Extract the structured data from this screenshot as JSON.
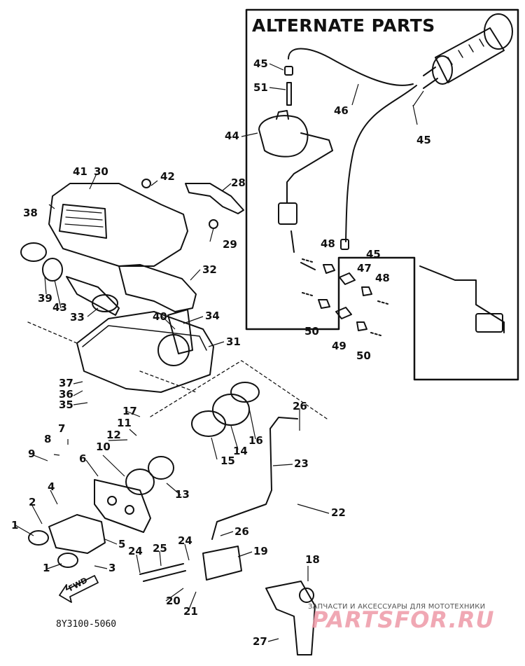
{
  "heading": "ALTERNATE PARTS",
  "catalog_code": "8Y3100-5060",
  "direction_arrow": "FWD",
  "watermark": {
    "subtitle": "ЗАПЧАСТИ И АКСЕССУАРЫ ДЛЯ МОТОТЕХНИКИ",
    "brand": "PARTSFOR.RU"
  },
  "callouts": [
    {
      "id": "c45a",
      "text": "45"
    },
    {
      "id": "c51",
      "text": "51"
    },
    {
      "id": "c46",
      "text": "46"
    },
    {
      "id": "c45b",
      "text": "45"
    },
    {
      "id": "c44",
      "text": "44"
    },
    {
      "id": "c48a",
      "text": "48"
    },
    {
      "id": "c45c",
      "text": "45"
    },
    {
      "id": "c47",
      "text": "47"
    },
    {
      "id": "c48b",
      "text": "48"
    },
    {
      "id": "c50a",
      "text": "50"
    },
    {
      "id": "c49",
      "text": "49"
    },
    {
      "id": "c50b",
      "text": "50"
    },
    {
      "id": "c41",
      "text": "41"
    },
    {
      "id": "c30",
      "text": "30"
    },
    {
      "id": "c42",
      "text": "42"
    },
    {
      "id": "c28",
      "text": "28"
    },
    {
      "id": "c38",
      "text": "38"
    },
    {
      "id": "c29",
      "text": "29"
    },
    {
      "id": "c32",
      "text": "32"
    },
    {
      "id": "c39",
      "text": "39"
    },
    {
      "id": "c43",
      "text": "43"
    },
    {
      "id": "c33",
      "text": "33"
    },
    {
      "id": "c40",
      "text": "40"
    },
    {
      "id": "c34",
      "text": "34"
    },
    {
      "id": "c31",
      "text": "31"
    },
    {
      "id": "c37",
      "text": "37"
    },
    {
      "id": "c36",
      "text": "36"
    },
    {
      "id": "c35",
      "text": "35"
    },
    {
      "id": "c17",
      "text": "17"
    },
    {
      "id": "c11",
      "text": "11"
    },
    {
      "id": "c12",
      "text": "12"
    },
    {
      "id": "c26a",
      "text": "26"
    },
    {
      "id": "c7",
      "text": "7"
    },
    {
      "id": "c8",
      "text": "8"
    },
    {
      "id": "c9",
      "text": "9"
    },
    {
      "id": "c10",
      "text": "10"
    },
    {
      "id": "c15",
      "text": "15"
    },
    {
      "id": "c14",
      "text": "14"
    },
    {
      "id": "c16",
      "text": "16"
    },
    {
      "id": "c23",
      "text": "23"
    },
    {
      "id": "c6",
      "text": "6"
    },
    {
      "id": "c13",
      "text": "13"
    },
    {
      "id": "c4",
      "text": "4"
    },
    {
      "id": "c22",
      "text": "22"
    },
    {
      "id": "c2",
      "text": "2"
    },
    {
      "id": "c1a",
      "text": "1"
    },
    {
      "id": "c5",
      "text": "5"
    },
    {
      "id": "c26b",
      "text": "26"
    },
    {
      "id": "c24a",
      "text": "24"
    },
    {
      "id": "c25",
      "text": "25"
    },
    {
      "id": "c24b",
      "text": "24"
    },
    {
      "id": "c19",
      "text": "19"
    },
    {
      "id": "c1b",
      "text": "1"
    },
    {
      "id": "c3",
      "text": "3"
    },
    {
      "id": "c18",
      "text": "18"
    },
    {
      "id": "c20",
      "text": "20"
    },
    {
      "id": "c21",
      "text": "21"
    },
    {
      "id": "c27",
      "text": "27"
    }
  ]
}
